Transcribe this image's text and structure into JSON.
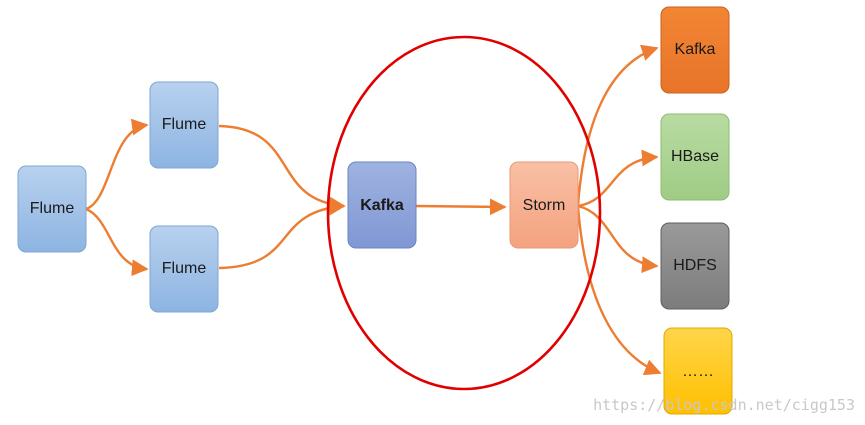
{
  "diagram": {
    "nodes": {
      "flume_source": "Flume",
      "flume_top": "Flume",
      "flume_bottom": "Flume",
      "kafka_center": "Kafka",
      "storm": "Storm",
      "kafka_out": "Kafka",
      "hbase": "HBase",
      "hdfs": "HDFS",
      "more": "……"
    },
    "watermark": "https://blog.csdn.net/cigg153"
  },
  "colors": {
    "arrow": "#ed7d31",
    "highlight_ellipse": "#e00000"
  }
}
